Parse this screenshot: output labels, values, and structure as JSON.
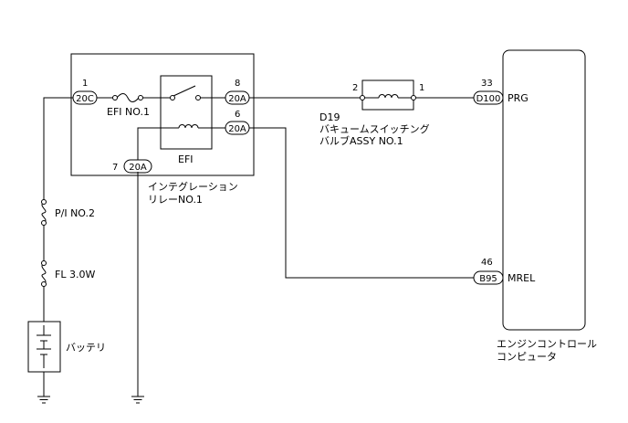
{
  "relay": {
    "name_line1": "インテグレーション",
    "name_line2": "リレーNO.1",
    "fuse_label": "EFI NO.1",
    "coil_label": "EFI",
    "pins": {
      "p1": "1",
      "p8": "8",
      "p6": "6",
      "p7": "7"
    },
    "connectors": {
      "c1": "20C",
      "c8": "20A",
      "c6": "20A",
      "c7": "20A"
    }
  },
  "vsv": {
    "id": "D19",
    "name_line1": "バキュームスイッチング",
    "name_line2": "バルブASSY NO.1",
    "pin_left": "2",
    "pin_right": "1"
  },
  "ecu": {
    "name_line1": "エンジンコントロール",
    "name_line2": "コンピュータ",
    "prg": {
      "pin": "33",
      "connector": "D100",
      "signal": "PRG"
    },
    "mrel": {
      "pin": "46",
      "connector": "B95",
      "signal": "MREL"
    }
  },
  "power": {
    "fuse1": "P/I NO.2",
    "fuse2": "FL 3.0W",
    "battery": "バッテリ"
  },
  "colors": {
    "line": "#000000",
    "background": "#ffffff"
  }
}
